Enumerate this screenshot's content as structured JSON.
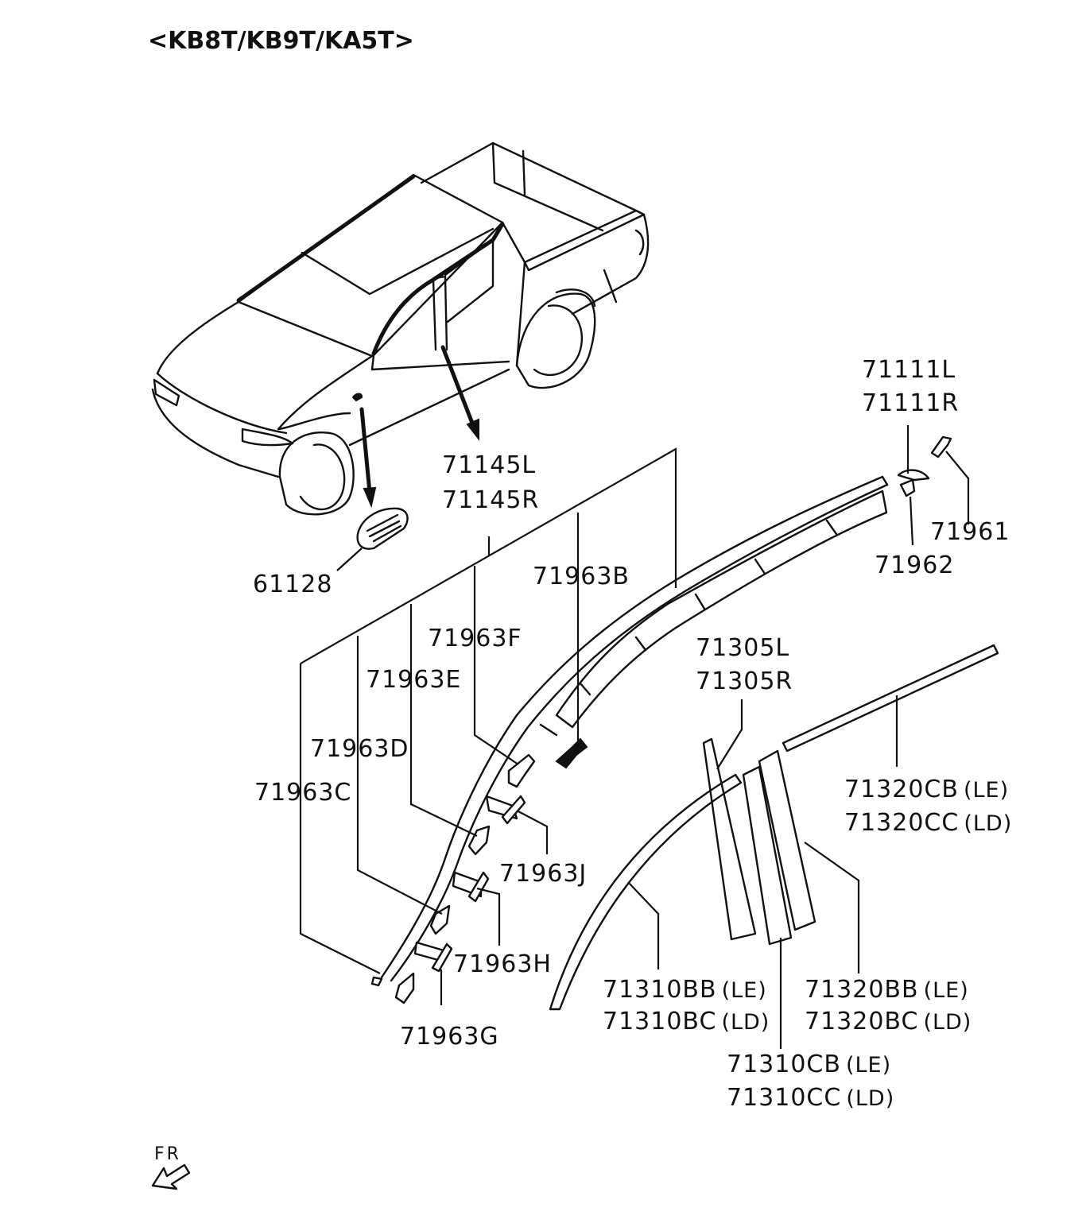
{
  "title": "<KB8T/KB9T/KA5T>",
  "front_marker": "FR",
  "labels": {
    "p61128": "61128",
    "p71145L": "71145L",
    "p71145R": "71145R",
    "p71963B": "71963B",
    "p71963F": "71963F",
    "p71963E": "71963E",
    "p71963D": "71963D",
    "p71963C": "71963C",
    "p71963J": "71963J",
    "p71963H": "71963H",
    "p71963G": "71963G",
    "p71111L": "71111L",
    "p71111R": "71111R",
    "p71961": "71961",
    "p71962": "71962",
    "p71305L": "71305L",
    "p71305R": "71305R",
    "p71320CB": "71320CB",
    "p71320CB_sfx": "(LE)",
    "p71320CC": "71320CC",
    "p71320CC_sfx": "(LD)",
    "p71310BB": "71310BB",
    "p71310BB_sfx": "(LE)",
    "p71310BC": "71310BC",
    "p71310BC_sfx": "(LD)",
    "p71320BB": "71320BB",
    "p71320BB_sfx": "(LE)",
    "p71320BC": "71320BC",
    "p71320BC_sfx": "(LD)",
    "p71310CB": "71310CB",
    "p71310CB_sfx": "(LE)",
    "p71310CC": "71310CC",
    "p71310CC_sfx": "(LD)"
  }
}
